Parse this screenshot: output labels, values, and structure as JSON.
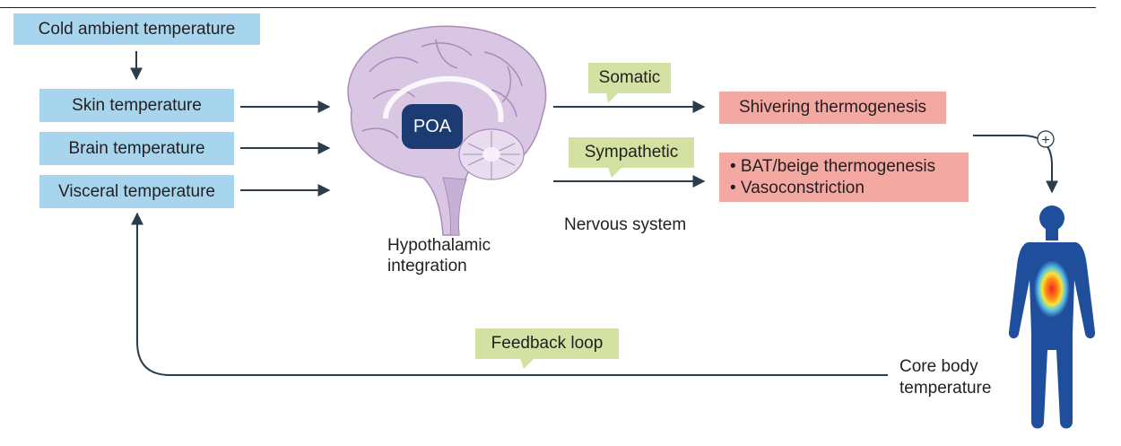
{
  "inputs": {
    "cold_ambient": "Cold ambient temperature",
    "skin": "Skin temperature",
    "brain": "Brain temperature",
    "visceral": "Visceral temperature"
  },
  "brain": {
    "region_label": "POA",
    "caption_line1": "Hypothalamic",
    "caption_line2": "integration"
  },
  "pathways": {
    "somatic": "Somatic",
    "sympathetic": "Sympathetic",
    "nervous_system": "Nervous system",
    "feedback": "Feedback loop"
  },
  "outputs": {
    "shivering": "Shivering thermogenesis",
    "bat": "• BAT/beige thermogenesis",
    "vasoconstriction": "• Vasoconstriction",
    "plus_sign": "+"
  },
  "body": {
    "label_line1": "Core body",
    "label_line2": "temperature"
  },
  "colors": {
    "input_box": "#a8d5ee",
    "output_box": "#f3a8a1",
    "callout": "#d3e1a2",
    "arrow": "#2b3d4a",
    "poa": "#1d3b73",
    "brain": "#d9c6e2",
    "body": "#1f4e9c"
  }
}
